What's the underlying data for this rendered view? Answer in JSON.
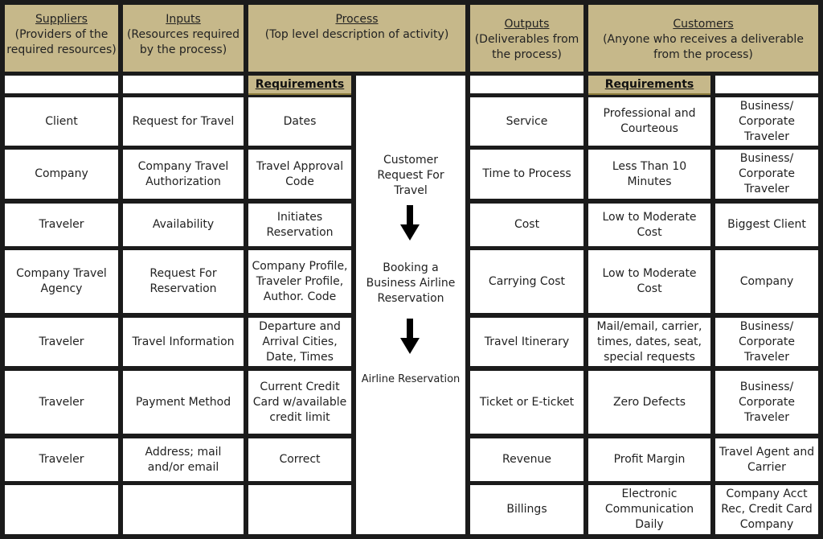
{
  "headers": {
    "suppliers": {
      "title": "Suppliers",
      "desc": "(Providers of the required resources)"
    },
    "inputs": {
      "title": "Inputs",
      "desc": "(Resources required by the process)"
    },
    "process": {
      "title": "Process",
      "desc": "(Top level description of activity)"
    },
    "outputs": {
      "title": "Outputs",
      "desc": "(Deliverables from the process)"
    },
    "customers": {
      "title": "Customers",
      "desc": "(Anyone who receives a deliverable from the process)"
    }
  },
  "requirements_label": "Requirements",
  "process_steps": [
    "Customer Request For Travel",
    "Booking a Business Airline Reservation",
    "Airline Reservation"
  ],
  "rows_left": [
    {
      "supplier": "Client",
      "input": "Request for Travel",
      "requirement": "Dates"
    },
    {
      "supplier": "Company",
      "input": "Company Travel Authorization",
      "requirement": "Travel Approval Code"
    },
    {
      "supplier": "Traveler",
      "input": "Availability",
      "requirement": "Initiates Reservation"
    },
    {
      "supplier": "Company Travel Agency",
      "input": "Request For Reservation",
      "requirement": "Company Profile, Traveler Profile, Author. Code"
    },
    {
      "supplier": "Traveler",
      "input": "Travel Information",
      "requirement": "Departure and Arrival Cities, Date, Times"
    },
    {
      "supplier": "Traveler",
      "input": "Payment Method",
      "requirement": "Current Credit Card w/available credit limit"
    },
    {
      "supplier": "Traveler",
      "input": "Address; mail and/or email",
      "requirement": "Correct"
    },
    {
      "supplier": "",
      "input": "",
      "requirement": ""
    }
  ],
  "rows_right": [
    {
      "output": "Service",
      "requirement": "Professional and Courteous",
      "customer": "Business/ Corporate Traveler"
    },
    {
      "output": "Time to Process",
      "requirement": "Less Than 10 Minutes",
      "customer": "Business/ Corporate Traveler"
    },
    {
      "output": "Cost",
      "requirement": "Low to Moderate Cost",
      "customer": "Biggest Client"
    },
    {
      "output": "Carrying Cost",
      "requirement": "Low to Moderate Cost",
      "customer": "Company"
    },
    {
      "output": "Travel Itinerary",
      "requirement": "Mail/email, carrier, times, dates, seat, special requests",
      "customer": "Business/ Corporate Traveler"
    },
    {
      "output": "Ticket or E-ticket",
      "requirement": "Zero Defects",
      "customer": "Business/ Corporate Traveler"
    },
    {
      "output": "Revenue",
      "requirement": "Profit Margin",
      "customer": "Travel Agent and Carrier"
    },
    {
      "output": "Billings",
      "requirement": "Electronic Communication Daily",
      "customer": "Company Acct Rec, Credit Card Company"
    }
  ]
}
